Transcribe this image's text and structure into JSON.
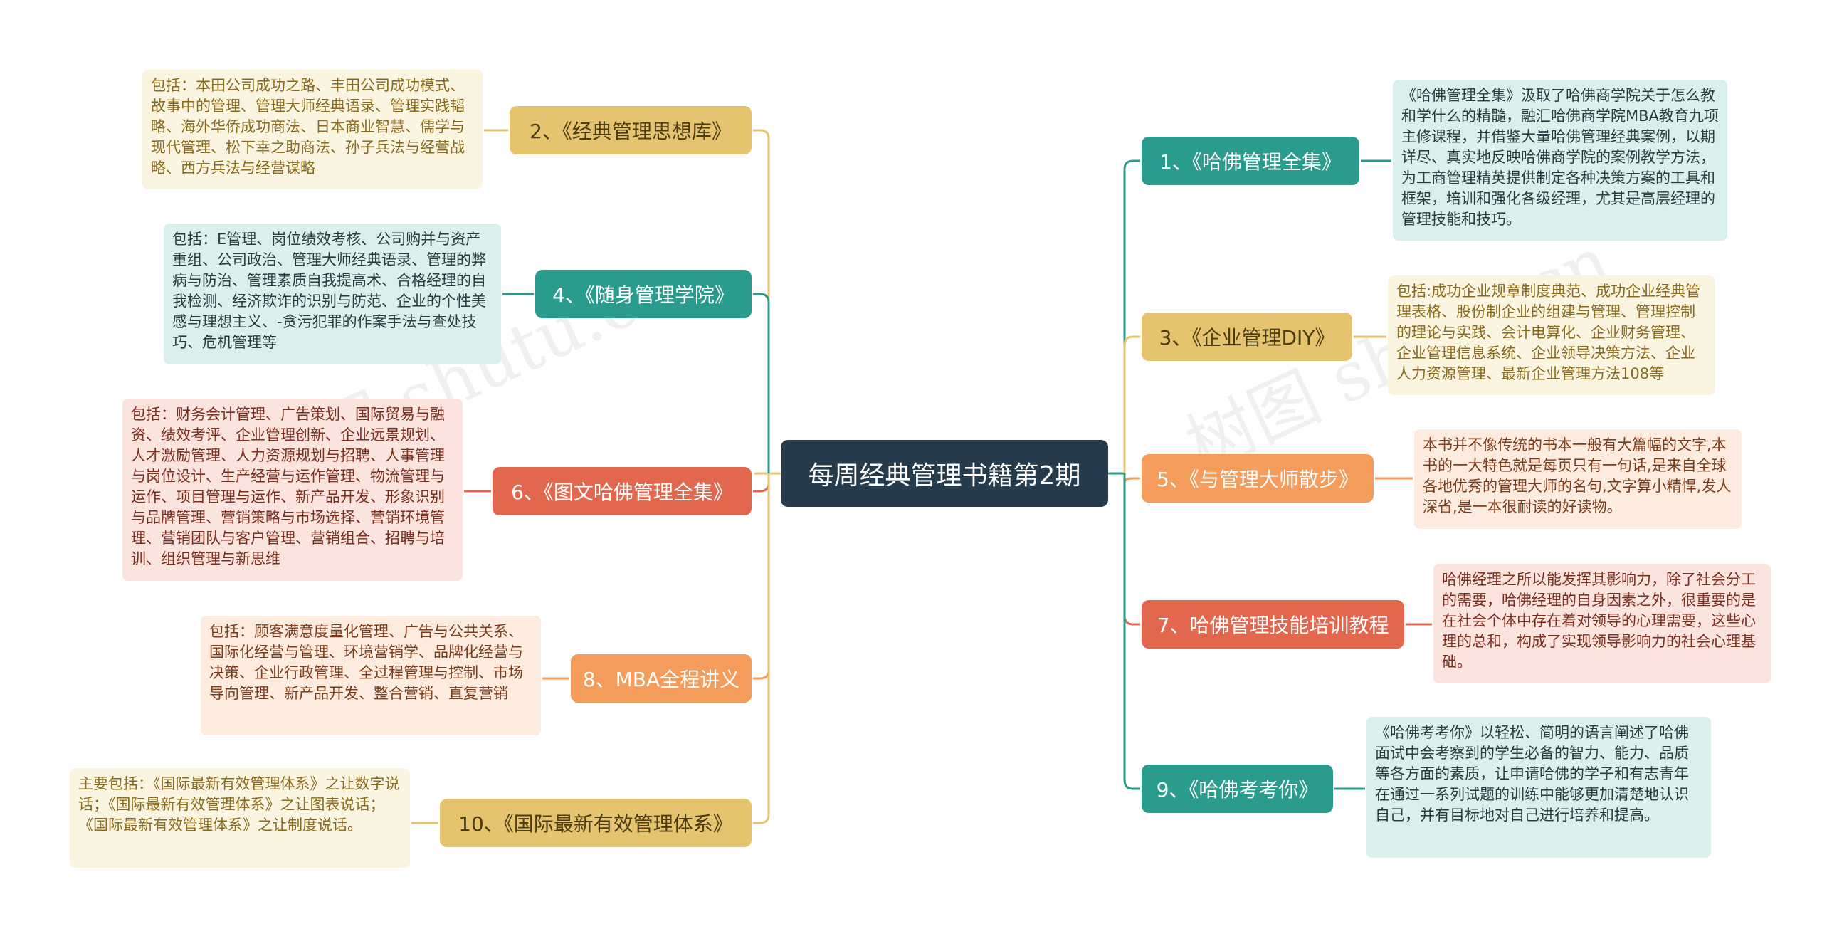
{
  "center": {
    "label": "每周经典管理书籍第2期"
  },
  "left_branches": [
    {
      "label": "2、《经典管理思想库》",
      "note": "包括：本田公司成功之路、丰田公司成功模式、故事中的管理、管理大师经典语录、管理实践韬略、海外华侨成功商法、日本商业智慧、儒学与现代管理、松下幸之助商法、孙子兵法与经营战略、西方兵法与经营谋略"
    },
    {
      "label": "4、《随身管理学院》",
      "note": "包括：E管理、岗位绩效考核、公司购并与资产重组、公司政治、管理大师经典语录、管理的弊病与防治、管理素质自我提高术、合格经理的自我检测、经济欺诈的识别与防范、企业的个性美感与理想主义、-贪污犯罪的作案手法与查处技巧、危机管理等"
    },
    {
      "label": "6、《图文哈佛管理全集》",
      "note": "包括：财务会计管理、广告策划、国际贸易与融资、绩效考评、企业管理创新、企业远景规划、人才激励管理、人力资源规划与招聘、人事管理与岗位设计、生产经营与运作管理、物流管理与运作、项目管理与运作、新产品开发、形象识别与品牌管理、营销策略与市场选择、营销环境管理、营销团队与客户管理、营销组合、招聘与培训、组织管理与新思维"
    },
    {
      "label": "8、MBA全程讲义",
      "note": "包括：顾客满意度量化管理、广告与公共关系、国际化经营与管理、环境营销学、品牌化经营与决策、企业行政管理、全过程管理与控制、市场导向管理、新产品开发、整合营销、直复营销"
    },
    {
      "label": "10、《国际最新有效管理体系》",
      "note": "主要包括：《国际最新有效管理体系》之让数字说话；《国际最新有效管理体系》之让图表说话；《国际最新有效管理体系》之让制度说话。"
    }
  ],
  "right_branches": [
    {
      "label": "1、《哈佛管理全集》",
      "note": "《哈佛管理全集》汲取了哈佛商学院关于怎么教和学什么的精髓，融汇哈佛商学院MBA教育九项主修课程，并借鉴大量哈佛管理经典案例，以期详尽、真实地反映哈佛商学院的案例教学方法，为工商管理精英提供制定各种决策方案的工具和框架，培训和强化各级经理，尤其是高层经理的管理技能和技巧。"
    },
    {
      "label": "3、《企业管理DIY》",
      "note": "包括:成功企业规章制度典范、成功企业经典管理表格、股份制企业的组建与管理、管理控制的理论与实践、会计电算化、企业财务管理、企业管理信息系统、企业领导决策方法、企业人力资源管理、最新企业管理方法108等"
    },
    {
      "label": "5、《与管理大师散步》",
      "note": "本书并不像传统的书本一般有大篇幅的文字,本书的一大特色就是每页只有一句话,是来自全球各地优秀的管理大师的名句,文字算小精悍,发人深省,是一本很耐读的好读物。"
    },
    {
      "label": "7、哈佛管理技能培训教程",
      "note": "哈佛经理之所以能发挥其影响力，除了社会分工的需要，哈佛经理的自身因素之外，很重要的是在社会个体中存在着对领导的心理需要，这些心理的总和，构成了实现领导影响力的社会心理基础。"
    },
    {
      "label": "9、《哈佛考考你》",
      "note": "《哈佛考考你》以轻松、简明的语言阐述了哈佛面试中会考察到的学生必备的智力、能力、品质等各方面的素质，让申请哈佛的学子和有志青年在通过一系列试题的训练中能够更加清楚地认识自己，并有目标地对自己进行培养和提高。"
    }
  ],
  "watermarks": [
    "树图 shutu.cn",
    "树图 shutu.cn"
  ],
  "colors": {
    "center": "#263b4c",
    "teal": "#2a9c8d",
    "yellow": "#e5c36f",
    "orange": "#f39c5b",
    "red": "#e1684f"
  }
}
